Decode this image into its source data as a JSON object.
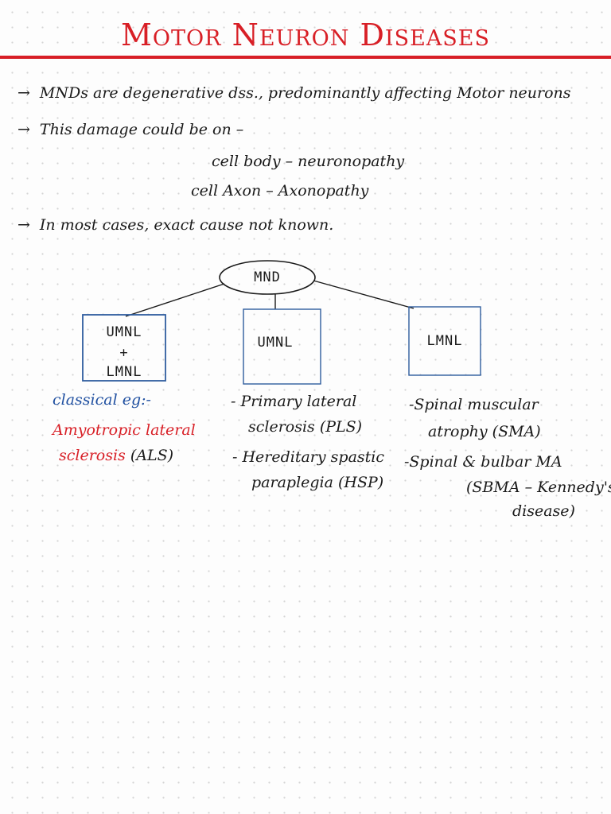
{
  "title": "Motor Neuron Diseases",
  "bullets": {
    "arrow": "→",
    "b1": "MNDs are degenerative dss., predominantly affecting Motor neurons",
    "b2": "This damage could be on –",
    "sub1": "cell body – neuronopathy",
    "sub2": "cell Axon – Axonopathy",
    "b3": "In most cases, exact cause not known."
  },
  "diagram": {
    "root": "MND",
    "left": {
      "line1": "UMNL",
      "line2": "+",
      "line3": "LMNL"
    },
    "middle": "UMNL",
    "right": "LMNL"
  },
  "left_col": {
    "heading": "classical eg:-",
    "line1": "Amyotropic lateral",
    "line2_red": "sclerosis",
    "line2_black": "(ALS)"
  },
  "middle_col": {
    "l1": "- Primary lateral",
    "l2": "sclerosis (PLS)",
    "l3": "- Hereditary spastic",
    "l4": "paraplegia (HSP)"
  },
  "right_col": {
    "l1": "-Spinal muscular",
    "l2": "atrophy (SMA)",
    "l3": "-Spinal & bulbar MA",
    "l4": "(SBMA – Kennedy's",
    "l5": "disease)"
  },
  "colors": {
    "title": "#d81f26",
    "box_border": "#2f5d9e",
    "heading_blue": "#1f4fa0",
    "accent_red": "#d81f26",
    "ink": "#1a1a1a"
  }
}
